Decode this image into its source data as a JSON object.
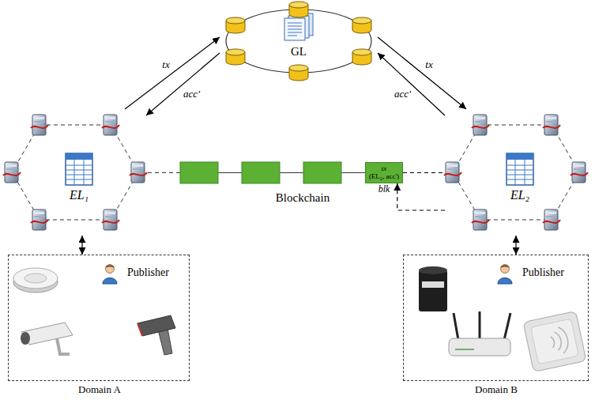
{
  "diagram": {
    "nodes": [
      {
        "text": [
          "GL"
        ]
      },
      {
        "text": [
          "EL₁"
        ]
      },
      {
        "text": [
          "tx",
          "(EL₂, acc')",
          "blk"
        ]
      },
      {
        "text": [
          "EL₂"
        ]
      },
      {
        "text": [
          "Publisher",
          "Domain A"
        ]
      },
      {
        "text": [
          "Publisher",
          "Domain B"
        ]
      }
    ],
    "edges": [
      {
        "from": 1,
        "to": 0,
        "arrow": "to",
        "label": "tx"
      },
      {
        "from": 0,
        "to": 1,
        "arrow": "to",
        "label": "acc'"
      },
      {
        "from": 0,
        "to": 3,
        "arrow": "to",
        "label": "tx"
      },
      {
        "from": 3,
        "to": 0,
        "arrow": "to",
        "label": "acc'"
      },
      {
        "from": 2,
        "to": 3,
        "arrow": "none"
      },
      {
        "from": 3,
        "to": 2,
        "arrow": "to"
      },
      {
        "from": 1,
        "to": 4,
        "arrow": "both"
      },
      {
        "from": 3,
        "to": 5,
        "arrow": "both"
      }
    ],
    "labels": [
      "Blockchain"
    ]
  }
}
